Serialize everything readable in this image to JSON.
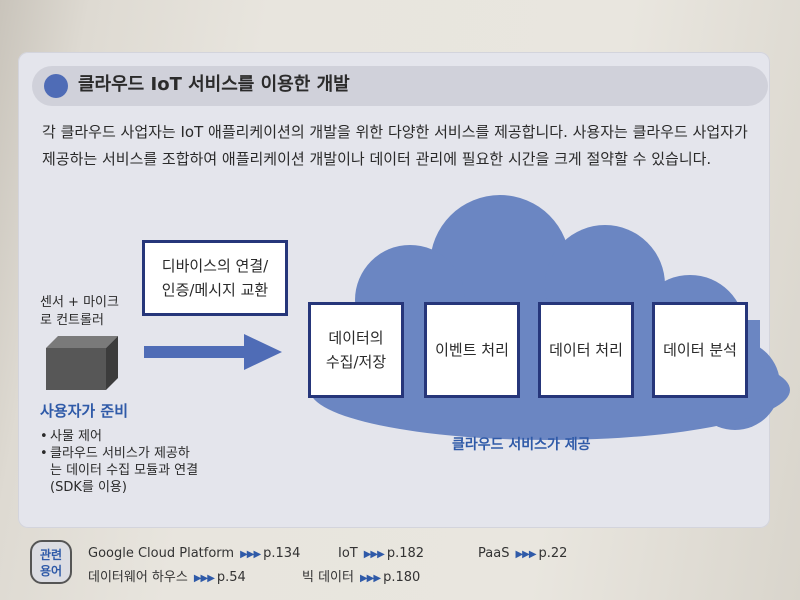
{
  "header": {
    "title": "클라우드 IoT 서비스를 이용한 개발"
  },
  "intro": {
    "line1": "각 클라우드 사업자는 IoT 애플리케이션의 개발을 위한 다양한 서비스를 제공합니다. 사용자는 클라우드 사업자가",
    "line2": "제공하는 서비스를 조합하여 애플리케이션 개발이나 데이터 관리에 필요한 시간을 크게 절약할 수 있습니다."
  },
  "diagram": {
    "device_connect_box": [
      "디바이스의 연결/",
      "인증/메시지 교환"
    ],
    "sensor_label": [
      "센서 + 마이크",
      "로 컨트롤러"
    ],
    "service_boxes": [
      [
        "데이터의",
        "수집/저장"
      ],
      [
        "이벤트 처리"
      ],
      [
        "데이터 처리"
      ],
      [
        "데이터 분석"
      ]
    ],
    "cloud_caption": "클라우드 서비스가 제공",
    "user_prep_title": "사용자가 준비",
    "user_prep_items": [
      "사물 제어",
      "클라우드 서비스가 제공하는 데이터 수집 모듈과 연결 (SDK를 이용)"
    ],
    "user_prep_lines": [
      "클라우드 서비스가 제공하",
      "는 데이터 수집 모듈과 연결",
      "(SDK를 이용)"
    ],
    "colors": {
      "cloud": "#6b86c2",
      "box_border": "#26367a",
      "accent_blue": "#2f5aa8",
      "arrow": "#4f6cb6"
    }
  },
  "related": {
    "badge": [
      "관련",
      "용어"
    ],
    "arrow_glyph": "▶▶▶",
    "items": [
      {
        "term": "Google Cloud Platform",
        "page": "p.134"
      },
      {
        "term": "데이터웨어 하우스",
        "page": "p.54"
      },
      {
        "term": "IoT",
        "page": "p.182"
      },
      {
        "term": "빅 데이터",
        "page": "p.180"
      },
      {
        "term": "PaaS",
        "page": "p.22"
      }
    ]
  }
}
